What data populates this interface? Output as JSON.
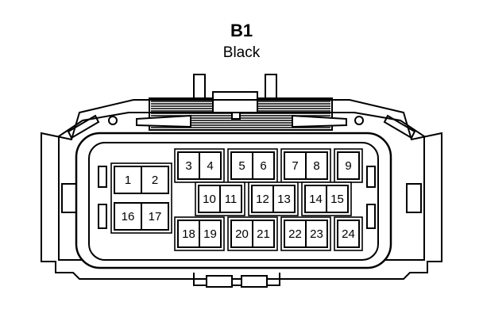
{
  "connector": {
    "name": "B1",
    "color": "Black",
    "pins": [
      {
        "label": "1"
      },
      {
        "label": "2"
      },
      {
        "label": "3"
      },
      {
        "label": "4"
      },
      {
        "label": "5"
      },
      {
        "label": "6"
      },
      {
        "label": "7"
      },
      {
        "label": "8"
      },
      {
        "label": "9"
      },
      {
        "label": "10"
      },
      {
        "label": "11"
      },
      {
        "label": "12"
      },
      {
        "label": "13"
      },
      {
        "label": "14"
      },
      {
        "label": "15"
      },
      {
        "label": "16"
      },
      {
        "label": "17"
      },
      {
        "label": "18"
      },
      {
        "label": "19"
      },
      {
        "label": "20"
      },
      {
        "label": "21"
      },
      {
        "label": "22"
      },
      {
        "label": "23"
      },
      {
        "label": "24"
      }
    ]
  }
}
